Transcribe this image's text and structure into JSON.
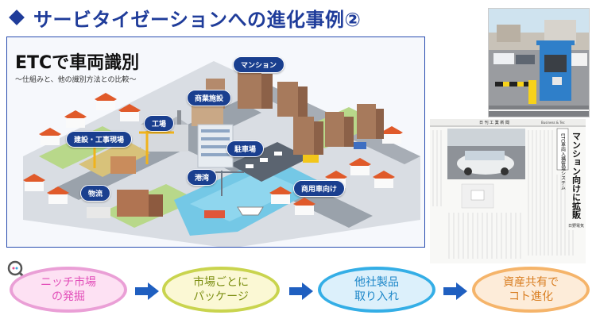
{
  "header": {
    "title": "サービタイゼーションへの進化事例②"
  },
  "panel": {
    "title": "ETCで車両識別",
    "subtitle": "～仕組みと、他の識別方法との比較～",
    "tags": [
      "マンション",
      "商業施設",
      "工場",
      "建設・工事現場",
      "駐車場",
      "港湾",
      "物流",
      "商用車向け"
    ]
  },
  "newspaper": {
    "masthead": "日 刊 工 業 新 聞",
    "masthead_en": "Business & Tec",
    "label_box": "ETC車両入構管理システム",
    "headline": "マンション向けに拡販",
    "byline": "日野電気"
  },
  "flow": {
    "steps": [
      {
        "line1": "ニッチ市場",
        "line2": "の発掘"
      },
      {
        "line1": "市場ごとに",
        "line2": "パッケージ"
      },
      {
        "line1": "他社製品",
        "line2": "取り入れ"
      },
      {
        "line1": "資産共有で",
        "line2": "コト進化"
      }
    ]
  },
  "colors": {
    "title_blue": "#1f3c9a",
    "tag_blue": "#1a3f8f",
    "arrow_blue": "#1f5fc0"
  }
}
